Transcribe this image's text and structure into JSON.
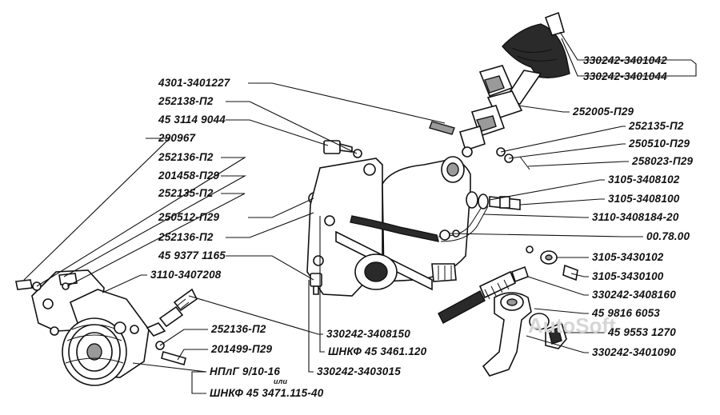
{
  "labels": {
    "l01": "330242-3401042",
    "l02": "330242-3401044",
    "l03": "4301-3401227",
    "l04": "252138-П2",
    "l05": "252005-П29",
    "l06": "45 3114 9044",
    "l07": "252135-П2",
    "l08": "290967",
    "l09": "250510-П29",
    "l10": "252136-П2",
    "l11": "258023-П29",
    "l12": "201458-П29",
    "l13": "3105-3408102",
    "l14": "252135-П2",
    "l15": "3105-3408100",
    "l16": "250512-П29",
    "l17": "3110-3408184-20",
    "l18": "252136-П2",
    "l19": "00.78.00",
    "l20": "45 9377 1165",
    "l21": "3105-3430102",
    "l22": "3110-3407208",
    "l23": "3105-3430100",
    "l24": "330242-3408160",
    "l25": "45 9816 6053",
    "l26": "330242-3408150",
    "l27": "45 9553 1270",
    "l28": "252136-П2",
    "l29": "ШНКФ 45 3461.120",
    "l30": "330242-3401090",
    "l31": "201499-П29",
    "l32": "НПлГ 9/10-16",
    "l33": "или",
    "l34": "330242-3403015",
    "l35": "ШНКФ 45 3471.115-40"
  },
  "watermark": "AutoSoft",
  "colors": {
    "ink": "#111111",
    "paper": "#ffffff",
    "watermark": "#d6d6d6"
  }
}
